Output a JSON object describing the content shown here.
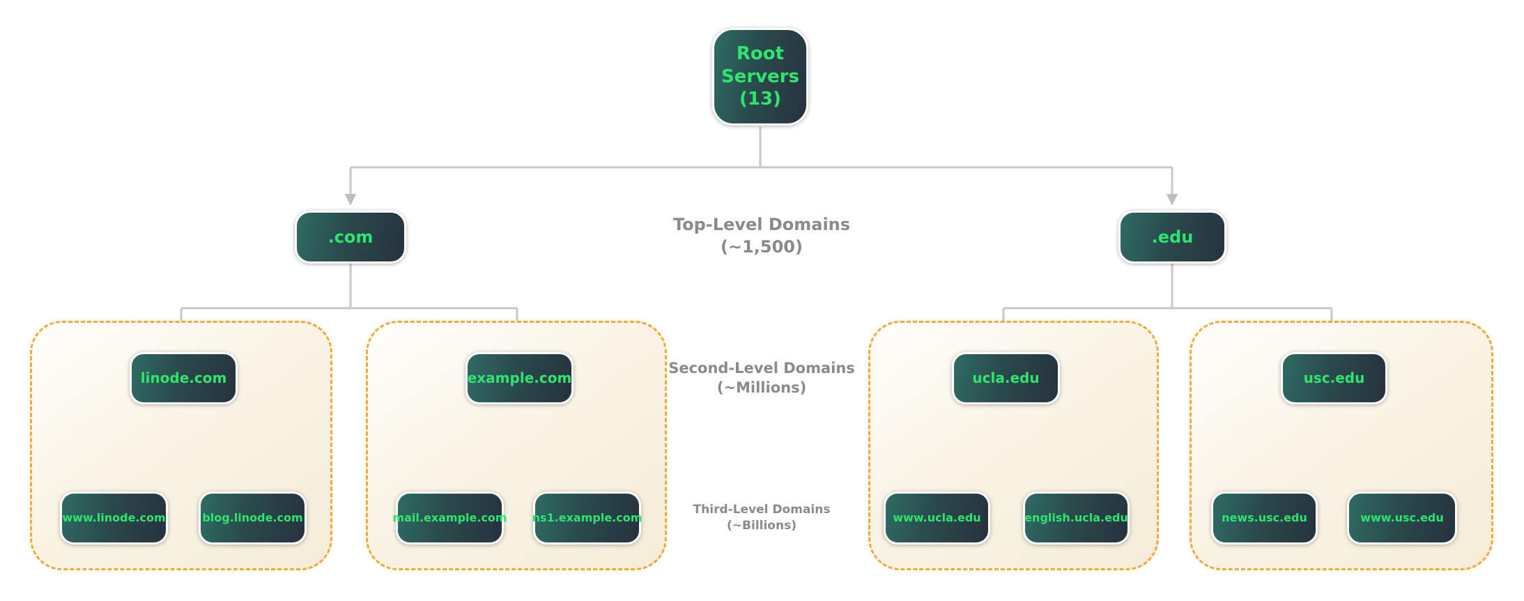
{
  "colors": {
    "node_gradient_start": "#2e6b63",
    "node_gradient_end": "#27323e",
    "node_text_green": "#2ee56e",
    "zone_border_orange": "#f0ab37",
    "zone_fill_cream": "#f6eedb",
    "connector_gray": "#c7c7c7",
    "tier_label_gray": "#8a8a8a"
  },
  "root": {
    "label": "Root\nServers\n(13)"
  },
  "tier_labels": {
    "tld": {
      "title": "Top-Level Domains",
      "subtitle": "(~1,500)"
    },
    "sld": {
      "title": "Second-Level Domains",
      "subtitle": "(~Millions)"
    },
    "third": {
      "title": "Third-Level Domains",
      "subtitle": "(~Billions)"
    }
  },
  "tlds": {
    "com": {
      "label": ".com"
    },
    "edu": {
      "label": ".edu"
    }
  },
  "zones": [
    {
      "sld": "linode.com",
      "children": [
        "www.linode.com",
        "blog.linode.com"
      ]
    },
    {
      "sld": "example.com",
      "children": [
        "mail.example.com",
        "ns1.example.com"
      ]
    },
    {
      "sld": "ucla.edu",
      "children": [
        "www.ucla.edu",
        "english.ucla.edu"
      ]
    },
    {
      "sld": "usc.edu",
      "children": [
        "news.usc.edu",
        "www.usc.edu"
      ]
    }
  ]
}
